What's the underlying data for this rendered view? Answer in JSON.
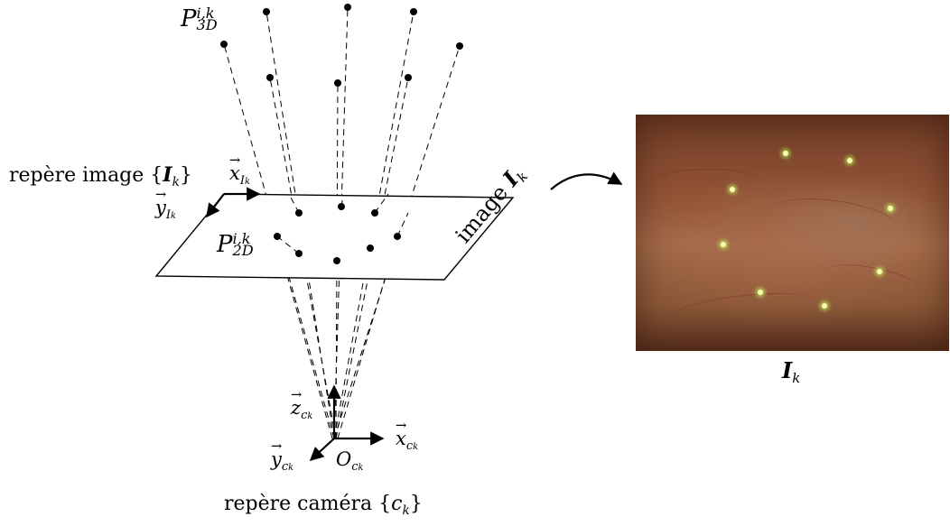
{
  "labels": {
    "p3d": {
      "symbol": "P",
      "sup": "i,k",
      "sub": "3D"
    },
    "p2d": {
      "symbol": "P",
      "sup": "i,k",
      "sub": "2D"
    },
    "image_frame_text": "repère image",
    "image_frame_symbol": "I",
    "image_frame_sub": "k",
    "x_image": {
      "symbol": "x",
      "sub": "I",
      "subsub": "k"
    },
    "y_image": {
      "symbol": "y",
      "sub": "I",
      "subsub": "k"
    },
    "image_plane_text": "image",
    "image_plane_symbol": "I",
    "image_plane_sub": "k",
    "z_cam": {
      "symbol": "z",
      "sub": "c",
      "subsub": "k"
    },
    "x_cam": {
      "symbol": "x",
      "sub": "c",
      "subsub": "k"
    },
    "y_cam": {
      "symbol": "y",
      "sub": "c",
      "subsub": "k"
    },
    "origin": {
      "symbol": "O",
      "sub": "c",
      "subsub": "k"
    },
    "camera_frame_text": "repère caméra",
    "camera_frame_symbol": "c",
    "camera_frame_sub": "k",
    "photo_caption_symbol": "I",
    "photo_caption_sub": "k"
  },
  "colors": {
    "ink": "#000000",
    "laser_spot": "#d8ff70",
    "tissue": "#a46b4a"
  }
}
